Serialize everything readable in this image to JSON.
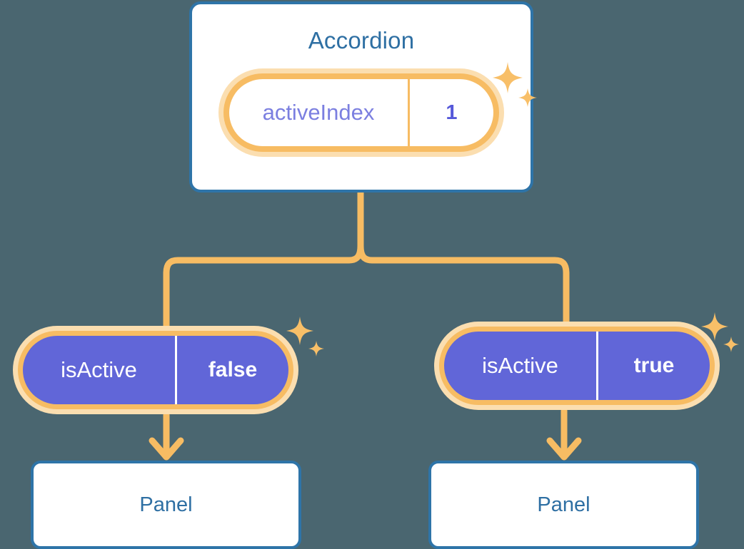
{
  "colors": {
    "background": "#4a6670",
    "card_border": "#2e74a8",
    "card_fill": "#ffffff",
    "title_text": "#2e6fa3",
    "pill_ring_outer": "#fbdeb0",
    "pill_ring_inner": "#f7bc63",
    "pill_purple": "#6166d8",
    "key_purple": "#7b7fe0",
    "value_purple": "#5558d9",
    "connector": "#f7bc63",
    "sparkle": "#f8bf68"
  },
  "root": {
    "title": "Accordion",
    "state": {
      "key": "activeIndex",
      "value": "1"
    }
  },
  "branches": [
    {
      "state": {
        "key": "isActive",
        "value": "false"
      },
      "child": {
        "title": "Panel"
      }
    },
    {
      "state": {
        "key": "isActive",
        "value": "true"
      },
      "child": {
        "title": "Panel"
      }
    }
  ],
  "icons": {
    "sparkle_big": "sparkle-icon",
    "sparkle_small": "sparkle-small-icon",
    "arrow_down": "arrow-down-icon"
  }
}
